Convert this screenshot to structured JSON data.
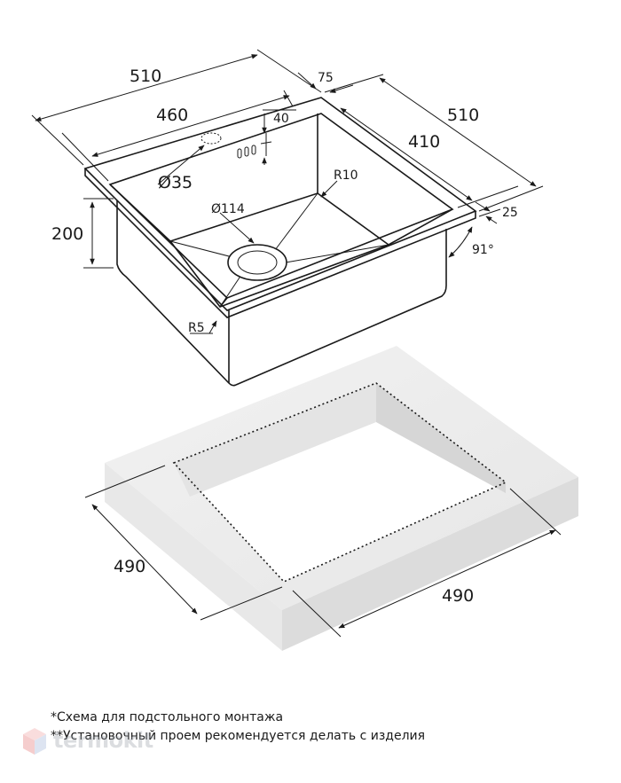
{
  "sink_dimensions": {
    "overall_width": "510",
    "inner_width": "460",
    "rear_ledge": "75",
    "overall_depth": "510",
    "inner_depth": "410",
    "tap_hole_offset": "40",
    "tap_hole_diameter": "Ø35",
    "corner_radius_inner": "R10",
    "drain_diameter": "Ø114",
    "bowl_depth": "200",
    "rim_height": "25",
    "wall_angle": "91°",
    "outer_radius": "R5"
  },
  "cutout_dimensions": {
    "left_side": "490",
    "front_side": "490"
  },
  "notes": {
    "line1": "*Схема для подстольного монтажа",
    "line2": "**Установочный проем рекомендуется делать с изделия"
  },
  "watermark": {
    "text": "termokit"
  }
}
